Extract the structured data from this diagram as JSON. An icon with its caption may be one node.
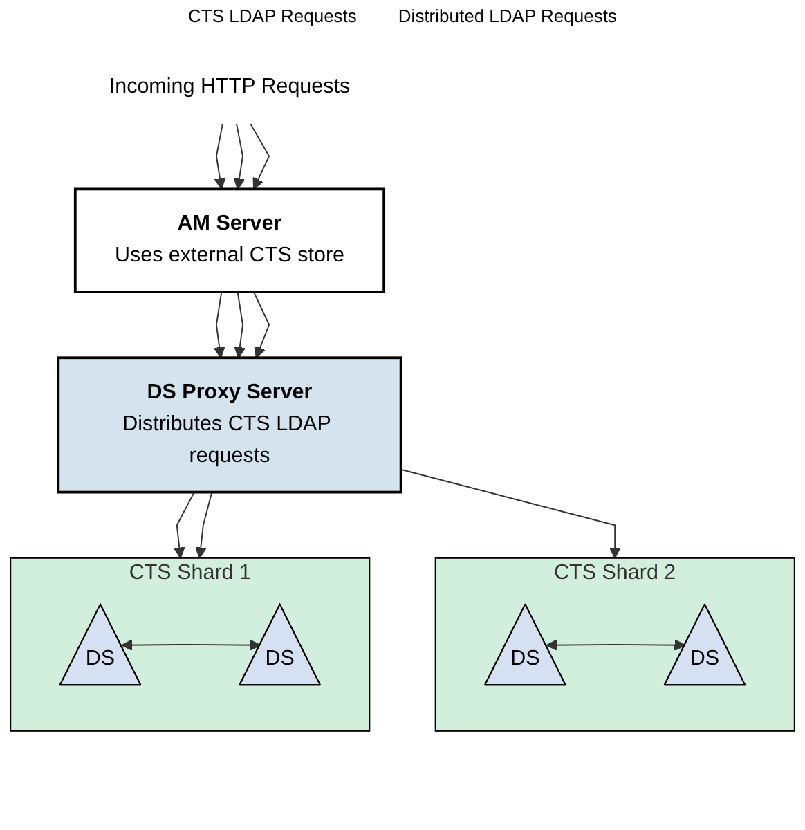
{
  "diagram": {
    "nodes": [
      {
        "text": [
          "Incoming HTTP Requests"
        ]
      },
      {
        "text": [
          "AM Server",
          "Uses external CTS store"
        ]
      },
      {
        "text": [
          "DS Proxy Server",
          "Distributes CTS LDAP requests"
        ]
      },
      {
        "text": [
          "CTS Shard 1"
        ]
      },
      {
        "text": [
          "DS"
        ],
        "in": 3
      },
      {
        "text": [
          "DS"
        ],
        "in": 3
      },
      {
        "text": [
          "CTS Shard 2"
        ]
      },
      {
        "text": [
          "DS"
        ],
        "in": 6
      },
      {
        "text": [
          "DS"
        ],
        "in": 6
      }
    ],
    "edges": [
      {
        "from": 0,
        "to": 1,
        "arrow": "to"
      },
      {
        "from": 0,
        "to": 1,
        "arrow": "to"
      },
      {
        "from": 0,
        "to": 1,
        "arrow": "to"
      },
      {
        "from": 1,
        "to": 2,
        "arrow": "to"
      },
      {
        "from": 1,
        "to": 2,
        "arrow": "to"
      },
      {
        "from": 1,
        "to": 2,
        "arrow": "to"
      },
      {
        "from": 2,
        "to": 3,
        "arrow": "to"
      },
      {
        "from": 2,
        "to": 3,
        "arrow": "to"
      },
      {
        "from": 2,
        "to": 6,
        "arrow": "to"
      },
      {
        "from": 4,
        "to": 5,
        "arrow": "both"
      },
      {
        "from": 7,
        "to": 8,
        "arrow": "both"
      }
    ],
    "labels": [
      "CTS LDAP Requests",
      "Distributed LDAP Requests"
    ]
  }
}
